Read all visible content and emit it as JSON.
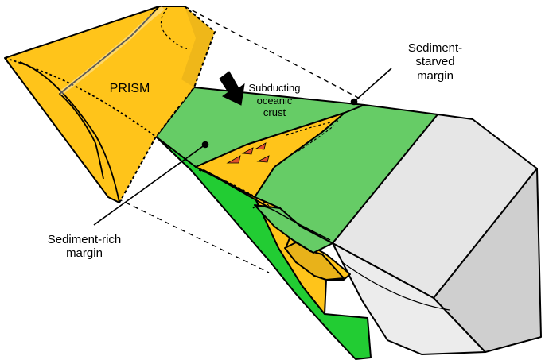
{
  "labels": {
    "prism": "PRISM",
    "subducting_crust": "Subducting\noceanic\ncrust",
    "sediment_starved_margin": "Sediment-\nstarved\nmargin",
    "sediment_rich_margin": "Sediment-rich\nmargin"
  },
  "colors": {
    "prism_yellow": "#ffc41a",
    "prism_dark_yellow": "#e8b21a",
    "crust_green": "#66cc66",
    "bright_green": "#22cc33",
    "continent_grey": "#e6e6e6",
    "continent_side_grey": "#cfcfcf",
    "continent_dark_grey": "#b3b3b3",
    "outline": "#000000",
    "arrow_red": "#e0502a"
  },
  "icons": {
    "subduction_direction": "down-right-arrow-icon"
  }
}
